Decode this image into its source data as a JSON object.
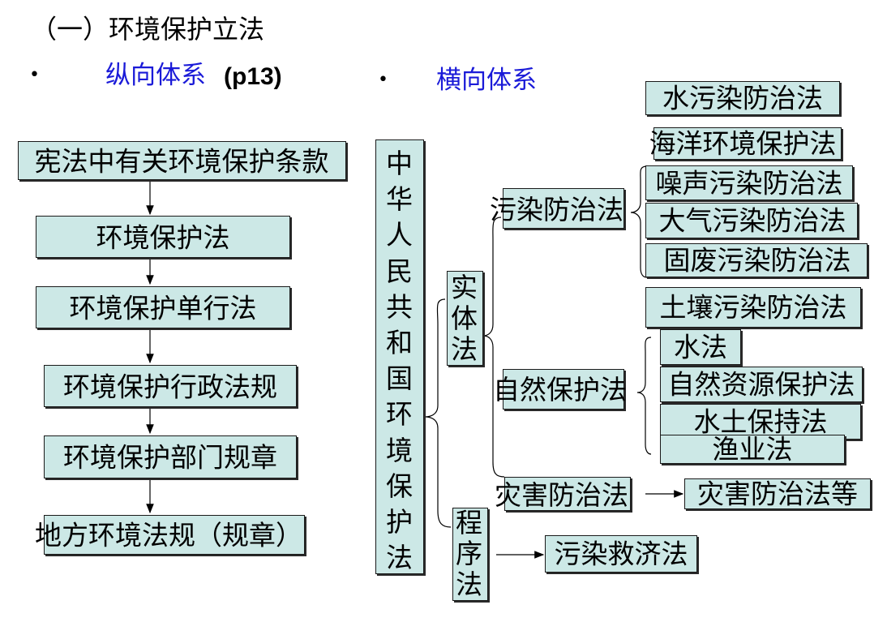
{
  "title": "（一）环境保护立法",
  "bullets": {
    "symbol": "•",
    "vertical_label": "纵向体系",
    "vertical_ref": "(p13)",
    "horizontal_label": "横向体系"
  },
  "vertical_chain": [
    "宪法中有关环境保护条款",
    "环境保护法",
    "环境保护单行法",
    "环境保护行政法规",
    "环境保护部门规章",
    "地方环境法规（规章）"
  ],
  "root": "中华人民共和国环境保护法",
  "substantive": "实体法",
  "procedural": "程序法",
  "pollution": "污染防治法",
  "pollution_items": [
    "水污染防治法",
    "海洋环境保护法",
    "噪声污染防治法",
    "大气污染防治法",
    "固废污染防治法",
    "土壤污染防治法"
  ],
  "nature": "自然保护法",
  "nature_items": [
    "水法",
    "自然资源保护法",
    "水土保持法",
    "渔业法"
  ],
  "disaster": "灾害防治法",
  "disaster_item": "灾害防治法等",
  "relief": "污染救济法",
  "colors": {
    "box_fill": "#cce8e6",
    "heading_blue": "#1a1ad8",
    "line": "#000000"
  }
}
